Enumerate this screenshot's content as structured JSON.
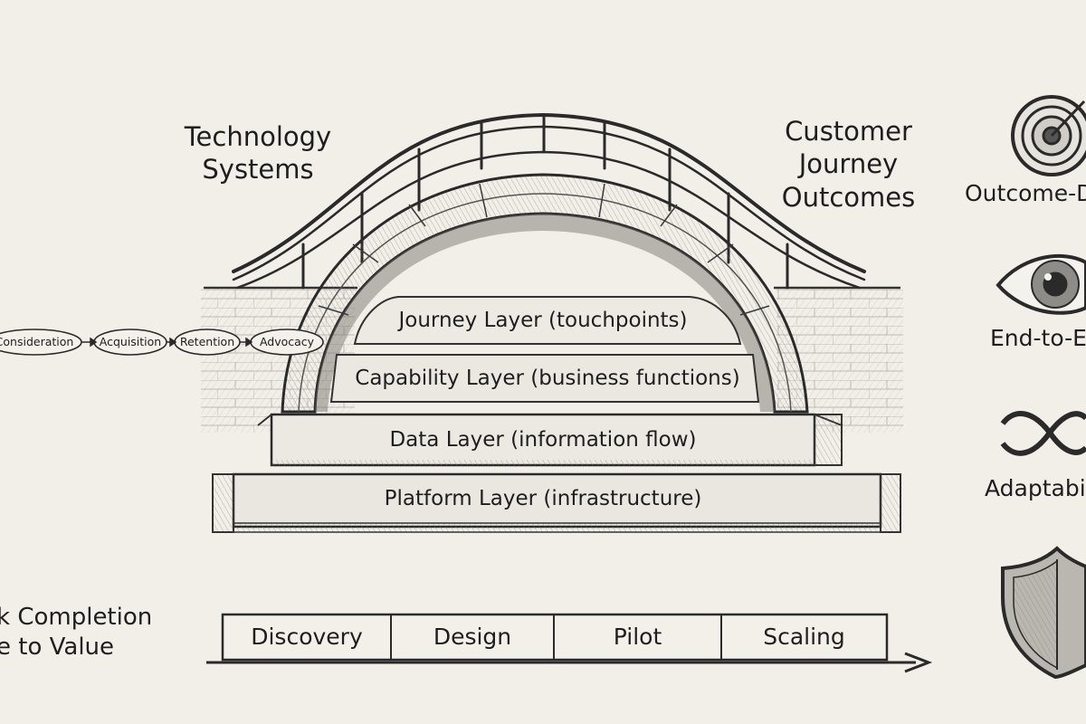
{
  "diagram": {
    "left_heading": [
      "Technology",
      "Systems"
    ],
    "right_heading": [
      "Customer",
      "Journey",
      "Outcomes"
    ],
    "journey_stages": [
      "Consideration",
      "Acquisition",
      "Retention",
      "Advocacy"
    ],
    "layers": [
      "Journey Layer (touchpoints)",
      "Capability Layer (business functions)",
      "Data Layer (information flow)",
      "Platform Layer (infrastructure)"
    ],
    "phases": [
      "Discovery",
      "Design",
      "Pilot",
      "Scaling"
    ],
    "bottom_left_text": [
      "k Completion",
      "e to Value"
    ],
    "principles": [
      {
        "label": "Outcome-D",
        "icon": "target-icon"
      },
      {
        "label": "End-to-E",
        "icon": "eye-icon"
      },
      {
        "label": "Adaptabi",
        "icon": "infinity-icon"
      },
      {
        "label": "",
        "icon": "shield-icon"
      }
    ],
    "colors": {
      "paper": "#f1efe8",
      "ink": "#2a2a2a",
      "shade": "#9a9890"
    }
  }
}
